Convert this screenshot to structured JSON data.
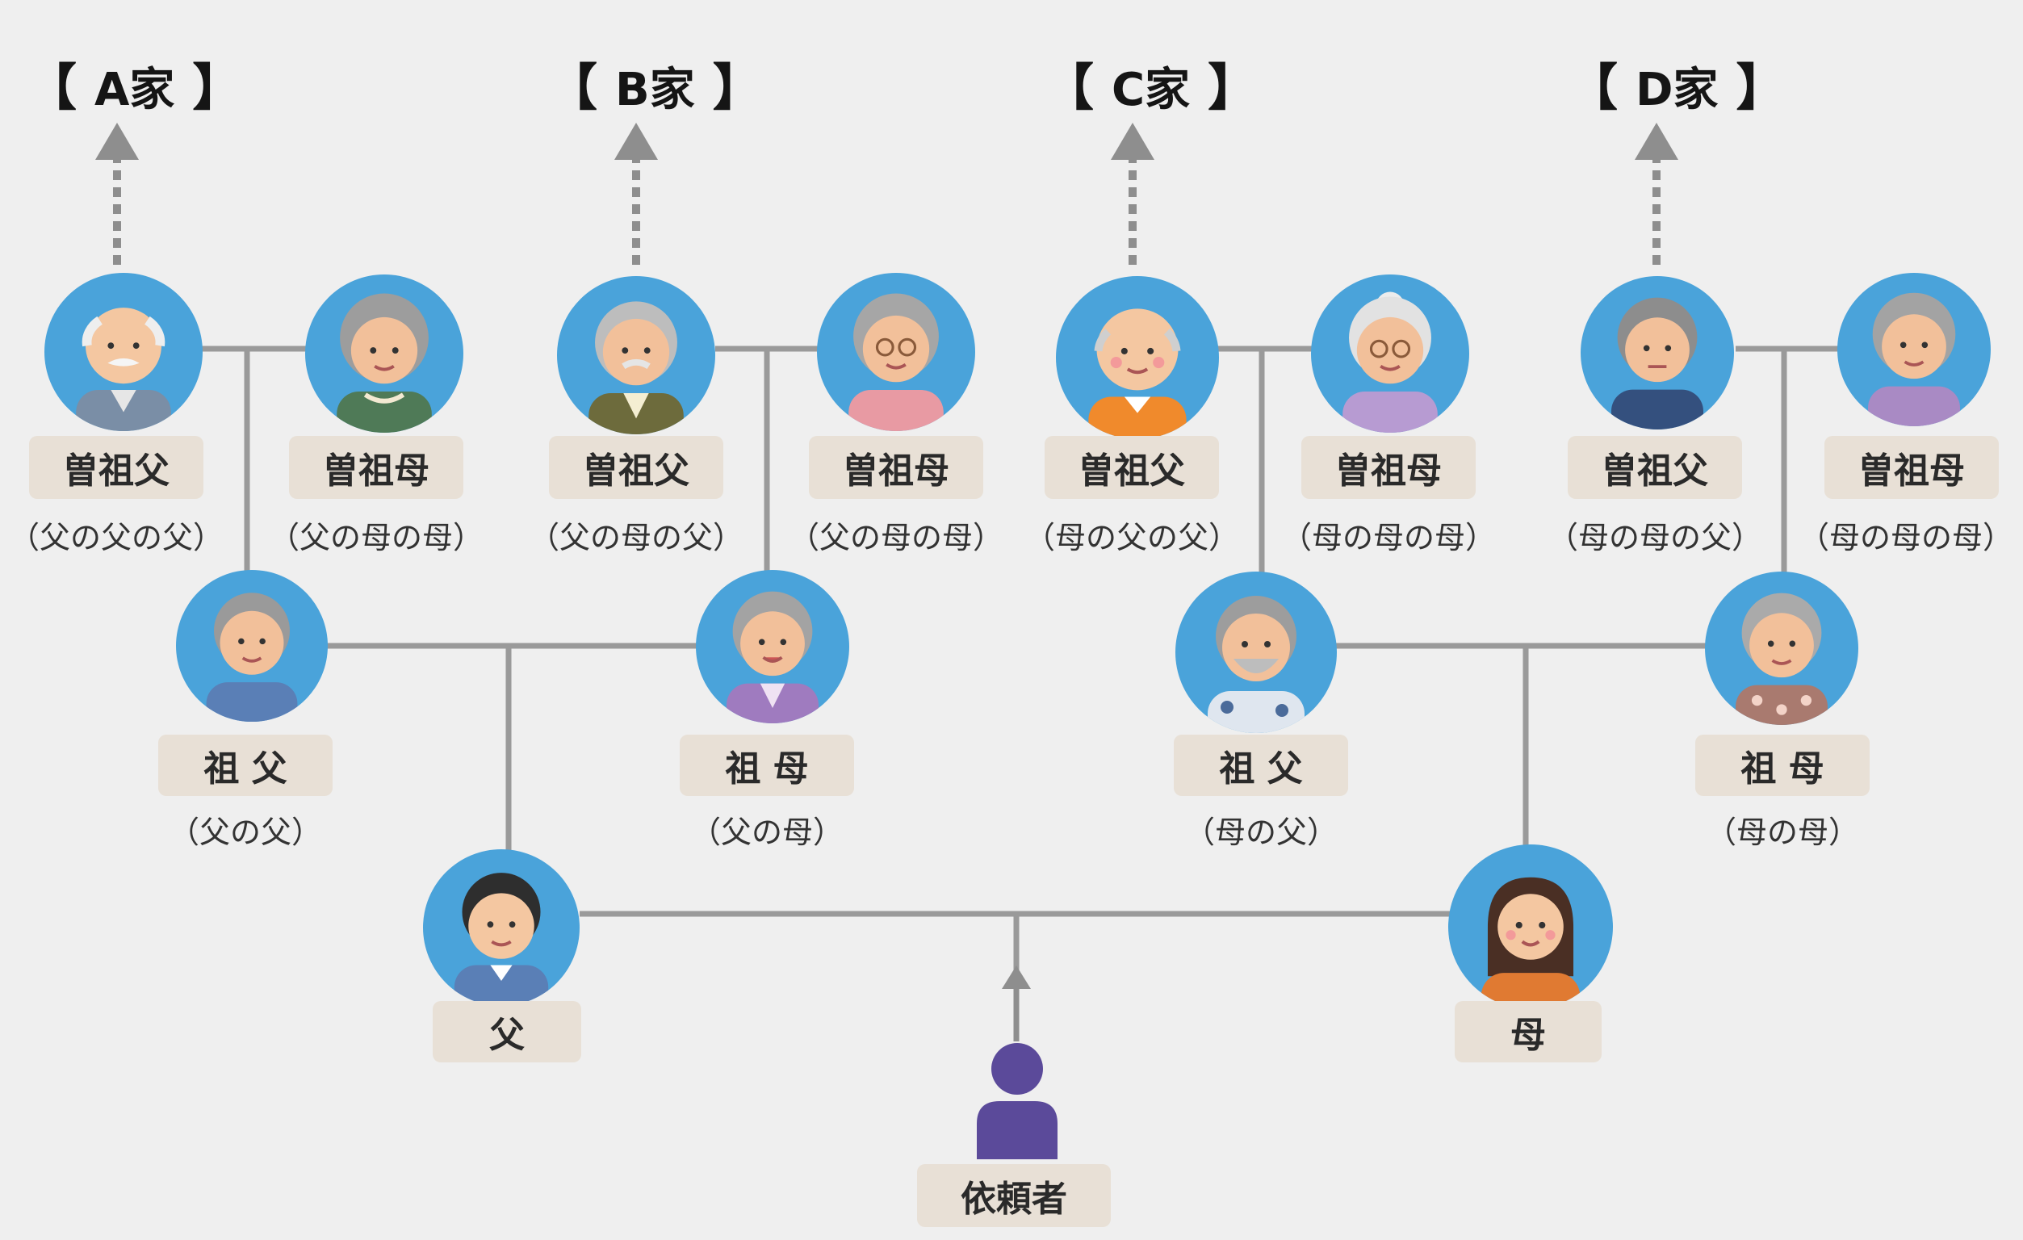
{
  "families": [
    {
      "id": "A",
      "name": "A家",
      "open": "【",
      "close": "】"
    },
    {
      "id": "B",
      "name": "B家",
      "open": "【",
      "close": "】"
    },
    {
      "id": "C",
      "name": "C家",
      "open": "【",
      "close": "】"
    },
    {
      "id": "D",
      "name": "D家",
      "open": "【",
      "close": "】"
    }
  ],
  "great_grandparents": [
    {
      "label": "曽祖父",
      "relation": "（父の父の父）",
      "avatar": "elderly-man-bald-mustache-icon"
    },
    {
      "label": "曽祖母",
      "relation": "（父の母の母）",
      "avatar": "elderly-woman-pearl-necklace-icon"
    },
    {
      "label": "曽祖父",
      "relation": "（父の母の父）",
      "avatar": "elderly-man-mustache-olive-jacket-icon"
    },
    {
      "label": "曽祖母",
      "relation": "（父の母の母）",
      "avatar": "elderly-woman-glasses-pink-icon"
    },
    {
      "label": "曽祖父",
      "relation": "（母の父の父）",
      "avatar": "elderly-man-bald-orange-shirt-icon"
    },
    {
      "label": "曽祖母",
      "relation": "（母の母の母）",
      "avatar": "elderly-woman-bun-glasses-icon"
    },
    {
      "label": "曽祖父",
      "relation": "（母の母の父）",
      "avatar": "elderly-man-navy-shirt-icon"
    },
    {
      "label": "曽祖母",
      "relation": "（母の母の母）",
      "avatar": "elderly-woman-purple-cardigan-icon"
    }
  ],
  "grandparents": [
    {
      "label": "祖 父",
      "relation": "（父の父）",
      "avatar": "grandfather-blue-shirt-icon"
    },
    {
      "label": "祖 母",
      "relation": "（父の母）",
      "avatar": "grandmother-purple-cardigan-icon"
    },
    {
      "label": "祖 父",
      "relation": "（母の父）",
      "avatar": "grandfather-beard-aloha-shirt-icon"
    },
    {
      "label": "祖 母",
      "relation": "（母の母）",
      "avatar": "grandmother-floral-blouse-icon"
    }
  ],
  "parents": [
    {
      "label": "父",
      "avatar": "father-icon"
    },
    {
      "label": "母",
      "avatar": "mother-icon"
    }
  ],
  "client": {
    "label": "依頼者",
    "icon": "person-silhouette-icon"
  },
  "colors": {
    "background": "#efefef",
    "circle": "#4aa3da",
    "line": "#9a9a9a",
    "arrow": "#8e8e8e",
    "label_bg": "#e8e0d6",
    "client": "#5b4a9a"
  }
}
